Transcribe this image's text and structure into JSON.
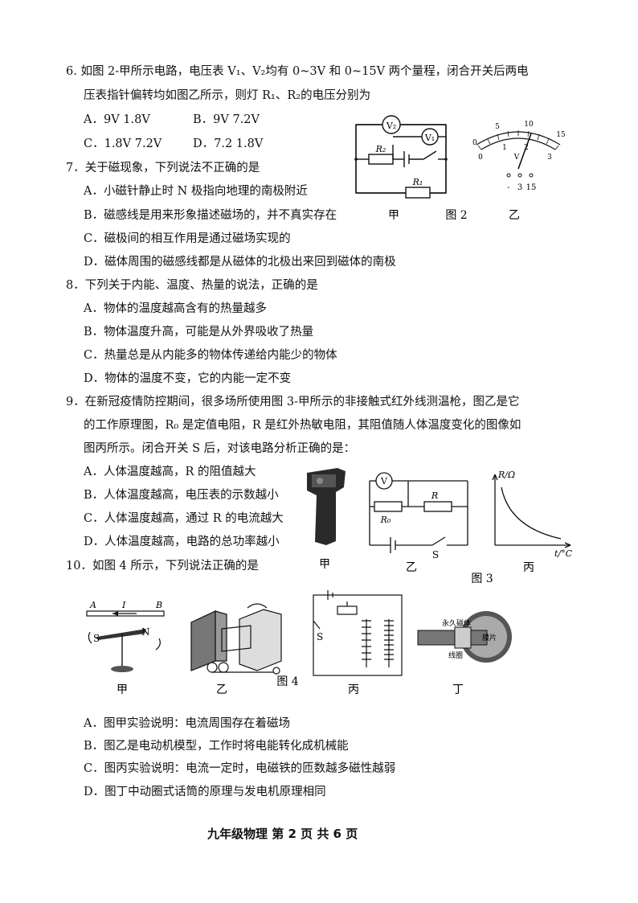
{
  "q6": {
    "line1": "6. 如图 2-甲所示电路，电压表 V₁、V₂均有 0~3V 和 0~15V 两个量程，闭合开关后两电",
    "line2": "压表指针偏转均如图乙所示，则灯 R₁、R₂的电压分别为",
    "options": [
      "A．9V  1.8V",
      "B．9V  7.2V",
      "C．1.8V  7.2V",
      "D．7.2  1.8V"
    ]
  },
  "q7": {
    "stem": "7．关于磁现象，下列说法不正确的是",
    "options": [
      "A．小磁针静止时 N 极指向地理的南极附近",
      "B．磁感线是用来形象描述磁场的，并不真实存在",
      "C．磁极间的相互作用是通过磁场实现的",
      "D．磁体周围的磁感线都是从磁体的北极出来回到磁体的南极"
    ]
  },
  "fig2": {
    "caption": "图 2",
    "left_label": "甲",
    "right_label": "乙",
    "v1": "V₁",
    "v2": "V₂",
    "r1": "R₁",
    "r2": "R₂",
    "meter_top": [
      "5",
      "10",
      "15"
    ],
    "meter_top_zero": "0",
    "meter_bottom": [
      "0",
      "1",
      "2",
      "3"
    ],
    "meter_v": "V",
    "terminals": [
      "-",
      "3",
      "15"
    ]
  },
  "q8": {
    "stem": "8．下列关于内能、温度、热量的说法，正确的是",
    "options": [
      "A．物体的温度越高含有的热量越多",
      "B．物体温度升高，可能是从外界吸收了热量",
      "C．热量总是从内能多的物体传递给内能少的物体",
      "D．物体的温度不变，它的内能一定不变"
    ]
  },
  "q9": {
    "line1": "9．在新冠疫情防控期间，很多场所使用图 3-甲所示的非接触式红外线测温枪，图乙是它",
    "line2": "的工作原理图，R₀ 是定值电阻，R 是红外热敏电阻，其阻值随人体温度变化的图像如",
    "line3": "图丙所示。闭合开关 S 后，对该电路分析正确的是：",
    "options": [
      "A．人体温度越高，R 的阻值越大",
      "B．人体温度越高，电压表的示数越小",
      "C．人体温度越高，通过 R 的电流越大",
      "D．人体温度越高，电路的总功率越小"
    ]
  },
  "fig3": {
    "caption": "图 3",
    "labels": [
      "甲",
      "乙",
      "丙"
    ],
    "v": "V",
    "r0": "R₀",
    "r": "R",
    "s": "S",
    "yaxis": "R/Ω",
    "xaxis": "t/°C"
  },
  "q10": {
    "stem": "10．如图 4 所示，下列说法正确的是",
    "options": [
      "A．图甲实验说明：电流周围存在着磁场",
      "B．图乙是电动机模型，工作时将电能转化成机械能",
      "C．图丙实验说明：电流一定时，电磁铁的匝数越多磁性越弱",
      "D．图丁中动圈式话筒的原理与发电机原理相同"
    ]
  },
  "fig4": {
    "caption": "图 4",
    "labels": [
      "甲",
      "乙",
      "丙",
      "丁"
    ],
    "a": "A",
    "i": "I",
    "b": "B",
    "s": "S",
    "n": "N",
    "s3": "S",
    "magnet": "永久磁体",
    "diaphragm": "膜片",
    "coil": "线圈"
  },
  "footer": "九年级物理  第 2 页 共 6 页"
}
